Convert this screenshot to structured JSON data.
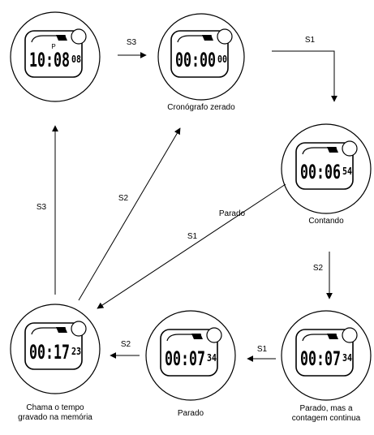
{
  "watches": [
    {
      "id": "w1",
      "main": "10:08",
      "seconds": "08",
      "indicator": "P",
      "caption": []
    },
    {
      "id": "w2",
      "main": "00:00",
      "seconds": "00",
      "indicator": "",
      "caption": [
        "Cronógrafo zerado"
      ]
    },
    {
      "id": "w3",
      "main": "00:06",
      "seconds": "54",
      "indicator": "",
      "caption": [
        "Contando"
      ]
    },
    {
      "id": "w4",
      "main": "00:07",
      "seconds": "34",
      "indicator": "",
      "caption": [
        "Parado, mas a",
        "contagem continua"
      ]
    },
    {
      "id": "w5",
      "main": "00:07",
      "seconds": "34",
      "indicator": "",
      "caption": [
        "Parado"
      ]
    },
    {
      "id": "w6",
      "main": "00:17",
      "seconds": "23",
      "indicator": "",
      "caption": [
        "Chama o tempo",
        "gravado na memória"
      ]
    }
  ],
  "arrows": [
    {
      "id": "a1",
      "label": "S3"
    },
    {
      "id": "a2",
      "label": "S1"
    },
    {
      "id": "a3",
      "label": "S2"
    },
    {
      "id": "a4",
      "label": "S1"
    },
    {
      "id": "a5",
      "label": "S2"
    },
    {
      "id": "a6",
      "label": "S1",
      "extra": "Parado"
    },
    {
      "id": "a7",
      "label": "S2"
    },
    {
      "id": "a8",
      "label": "S3"
    }
  ]
}
